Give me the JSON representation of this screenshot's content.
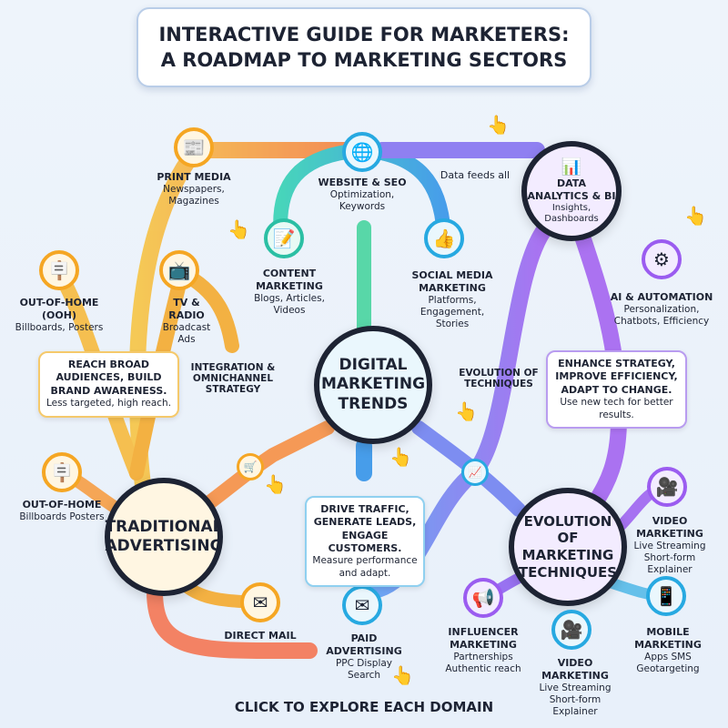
{
  "title": {
    "line1": "INTERACTIVE GUIDE FOR MARKETERS:",
    "line2": "A ROADMAP TO MARKETING SECTORS"
  },
  "colors": {
    "traditional": "#f5a623",
    "digital": "#27a9e1",
    "evolution": "#9b5cf0",
    "background": "#eef4fb"
  },
  "hubs": {
    "traditional": "TRADITIONAL ADVERTISING",
    "digital": "DIGITAL MARKETING TRENDS",
    "evolution": "EVOLUTION OF MARKETING TECHNIQUES",
    "data": {
      "title": "DATA ANALYTICS & BI",
      "desc": "Insights, Dashboards"
    }
  },
  "nodes": {
    "print": {
      "title": "PRINT MEDIA",
      "desc": "Newspapers, Magazines",
      "icon": "newspaper-icon"
    },
    "website": {
      "title": "WEBSITE & SEO",
      "desc": "Optimization, Keywords",
      "icon": "globe-icon"
    },
    "content": {
      "title": "CONTENT MARKETING",
      "desc": "Blogs, Articles, Videos",
      "icon": "document-edit-icon"
    },
    "social": {
      "title": "SOCIAL MEDIA MARKETING",
      "desc": "Platforms, Engagement, Stories",
      "icon": "thumbs-up-icon"
    },
    "ai": {
      "title": "AI & AUTOMATION",
      "desc": "Personalization, Chatbots, Efficiency",
      "icon": "ai-gear-icon"
    },
    "ooh": {
      "title": "OUT-OF-HOME (OOH)",
      "desc": "Billboards, Posters",
      "icon": "billboard-icon"
    },
    "tv": {
      "title": "TV & RADIO",
      "desc": "Broadcast Ads",
      "icon": "tv-icon"
    },
    "ooh2": {
      "title": "OUT-OF-HOME",
      "desc": "Billboards Posters",
      "icon": "billboard-icon"
    },
    "direct": {
      "title": "DIRECT MAIL",
      "icon": "envelope-icon"
    },
    "paid": {
      "title": "PAID ADVERTISING",
      "desc": "PPC Display Search",
      "icon": "email-click-icon"
    },
    "influencer": {
      "title": "INFLUENCER MARKETING",
      "desc": "Partnerships Authentic reach",
      "icon": "megaphone-icon"
    },
    "video_bottom": {
      "title": "VIDEO MARKETING",
      "desc": "Live Streaming Short-form Explainer",
      "icon": "video-camera-icon"
    },
    "video_right": {
      "title": "VIDEO MARKETING",
      "desc": "Live Streaming Short-form Explainer",
      "icon": "video-camera-icon"
    },
    "mobile": {
      "title": "MOBILE MARKETING",
      "desc": "Apps SMS Geotargeting",
      "icon": "smartphone-icon"
    }
  },
  "boxes": {
    "reach": {
      "title": "REACH BROAD AUDIENCES, BUILD BRAND AWARENESS.",
      "desc": "Less targeted, high reach."
    },
    "drive": {
      "title": "DRIVE TRAFFIC, GENERATE LEADS, ENGAGE CUSTOMERS.",
      "desc": "Measure performance and adapt."
    },
    "enhance": {
      "title": "ENHANCE STRATEGY, IMPROVE EFFICIENCY, ADAPT TO CHANGE.",
      "desc": "Use new tech for better results."
    }
  },
  "labels": {
    "integration": "INTEGRATION & OMNICHANNEL STRATEGY",
    "evolution_techniques": "EVOLUTION OF TECHNIQUES",
    "data_feeds": "Data feeds all"
  },
  "footer": "CLICK TO EXPLORE EACH DOMAIN"
}
